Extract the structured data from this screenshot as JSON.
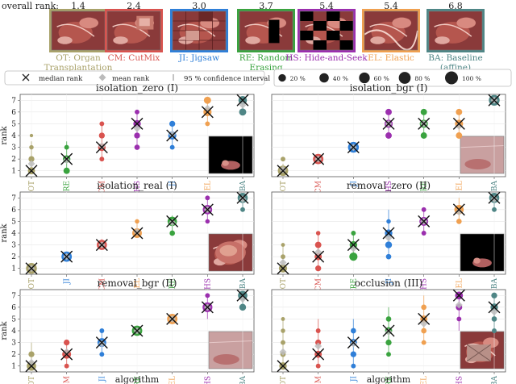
{
  "header": {
    "overall_rank_label": "overall rank:",
    "ranks": [
      "1.4",
      "2.4",
      "3.0",
      "3.7",
      "5.4",
      "5.4",
      "6.8"
    ],
    "algorithms": [
      {
        "code": "OT",
        "name_lines": [
          "OT: Organ",
          "Transplantation"
        ],
        "color": "#a9a26a",
        "thumb": "plain"
      },
      {
        "code": "CM",
        "name_lines": [
          "CM: CutMix"
        ],
        "color": "#d9534f",
        "thumb": "cutmix"
      },
      {
        "code": "JI",
        "name_lines": [
          "JI: Jigsaw"
        ],
        "color": "#2f7fd8",
        "thumb": "jigsaw"
      },
      {
        "code": "RE",
        "name_lines": [
          "RE: Random",
          "Erasing"
        ],
        "color": "#3aa33f",
        "thumb": "erasing"
      },
      {
        "code": "HS",
        "name_lines": [
          "HS: Hide-and-Seek"
        ],
        "color": "#9b2fae",
        "thumb": "hideseek"
      },
      {
        "code": "EL",
        "name_lines": [
          "EL: Elastic"
        ],
        "color": "#f0a050",
        "thumb": "elastic"
      },
      {
        "code": "BA",
        "name_lines": [
          "BA: Baseline",
          "(affine)"
        ],
        "color": "#4f8686",
        "thumb": "plain"
      }
    ]
  },
  "legend": {
    "median_rank": "median rank",
    "mean_rank": "mean rank",
    "confidence_interval": "95 % confidence interval",
    "size_labels": [
      "20 %",
      "40 %",
      "60 %",
      "80 %",
      "100 %"
    ]
  },
  "axis": {
    "ylabel": "rank",
    "xlabel": "algorithm",
    "yticks": [
      1,
      2,
      3,
      4,
      5,
      6,
      7
    ]
  },
  "chart_data": [
    {
      "type": "scatter",
      "title": "isolation_zero (I)",
      "inset": "dark",
      "ylim": [
        0.5,
        7.5
      ],
      "categories": [
        "OT",
        "RE",
        "CM",
        "HS",
        "JI",
        "EL",
        "BA"
      ],
      "colors": [
        "#a9a26a",
        "#3aa33f",
        "#d9534f",
        "#9b2fae",
        "#2f7fd8",
        "#f0a050",
        "#4f8686"
      ],
      "median": [
        1,
        2,
        3,
        5,
        4,
        6,
        7
      ],
      "mean": [
        1.6,
        1.9,
        3.1,
        4.6,
        4.1,
        6.3,
        6.6
      ],
      "ci": [
        [
          1,
          3.5
        ],
        [
          1,
          3.5
        ],
        [
          2,
          5
        ],
        [
          3,
          6
        ],
        [
          3,
          5
        ],
        [
          5,
          7
        ],
        [
          6,
          7
        ]
      ],
      "dots": [
        [
          [
            1,
            35
          ],
          [
            2,
            20
          ],
          [
            3,
            8
          ],
          [
            4,
            3
          ]
        ],
        [
          [
            1,
            25
          ],
          [
            2,
            40
          ],
          [
            3,
            10
          ]
        ],
        [
          [
            2,
            10
          ],
          [
            3,
            40
          ],
          [
            4,
            20
          ],
          [
            5,
            10
          ]
        ],
        [
          [
            3,
            15
          ],
          [
            4,
            20
          ],
          [
            5,
            40
          ],
          [
            6,
            10
          ]
        ],
        [
          [
            3,
            10
          ],
          [
            4,
            50
          ],
          [
            5,
            20
          ]
        ],
        [
          [
            5,
            10
          ],
          [
            6,
            50
          ],
          [
            7,
            35
          ]
        ],
        [
          [
            6,
            35
          ],
          [
            7,
            55
          ]
        ]
      ]
    },
    {
      "type": "scatter",
      "title": "isolation_bgr (I)",
      "inset": "light",
      "ylim": [
        0.5,
        7.5
      ],
      "categories": [
        "OT",
        "CM",
        "JI",
        "HS",
        "RE",
        "EL",
        "BA"
      ],
      "colors": [
        "#a9a26a",
        "#d9534f",
        "#2f7fd8",
        "#9b2fae",
        "#3aa33f",
        "#f0a050",
        "#4f8686"
      ],
      "median": [
        1,
        2,
        3,
        5,
        5,
        5,
        7
      ],
      "mean": [
        1.1,
        2,
        3,
        5,
        5,
        4.8,
        7
      ],
      "ci": [
        [
          1,
          1.6
        ],
        [
          2,
          2
        ],
        [
          3,
          3
        ],
        [
          4,
          6
        ],
        [
          4,
          6
        ],
        [
          4,
          6
        ],
        [
          7,
          7
        ]
      ],
      "dots": [
        [
          [
            1,
            90
          ],
          [
            2,
            10
          ]
        ],
        [
          [
            2,
            90
          ]
        ],
        [
          [
            3,
            100
          ]
        ],
        [
          [
            4,
            25
          ],
          [
            5,
            50
          ],
          [
            6,
            25
          ]
        ],
        [
          [
            4,
            25
          ],
          [
            5,
            50
          ],
          [
            6,
            25
          ]
        ],
        [
          [
            4,
            25
          ],
          [
            5,
            50
          ],
          [
            6,
            25
          ]
        ],
        [
          [
            7,
            100
          ]
        ]
      ]
    },
    {
      "type": "scatter",
      "title": "isolation_real (I)",
      "inset": "organ",
      "ylim": [
        0.5,
        7.5
      ],
      "categories": [
        "OT",
        "JI",
        "CM",
        "EL",
        "RE",
        "HS",
        "BA"
      ],
      "colors": [
        "#a9a26a",
        "#2f7fd8",
        "#d9534f",
        "#f0a050",
        "#3aa33f",
        "#9b2fae",
        "#4f8686"
      ],
      "median": [
        1,
        2,
        3,
        4,
        5,
        6,
        7
      ],
      "mean": [
        1,
        2,
        3,
        4.1,
        4.9,
        6,
        6.9
      ],
      "ci": [
        [
          1,
          1
        ],
        [
          2,
          2
        ],
        [
          3,
          3.5
        ],
        [
          4,
          5
        ],
        [
          4,
          5.5
        ],
        [
          5,
          7
        ],
        [
          6,
          7
        ]
      ],
      "dots": [
        [
          [
            1,
            100
          ]
        ],
        [
          [
            2,
            90
          ]
        ],
        [
          [
            3,
            85
          ]
        ],
        [
          [
            4,
            75
          ],
          [
            5,
            8
          ]
        ],
        [
          [
            4,
            15
          ],
          [
            5,
            70
          ]
        ],
        [
          [
            5,
            8
          ],
          [
            6,
            70
          ],
          [
            7,
            10
          ]
        ],
        [
          [
            6,
            10
          ],
          [
            7,
            85
          ]
        ]
      ]
    },
    {
      "type": "scatter",
      "title": "removal_zero (II)",
      "inset": "dark",
      "ylim": [
        0.5,
        7.5
      ],
      "categories": [
        "OT",
        "CM",
        "RE",
        "JI",
        "HS",
        "EL",
        "BA"
      ],
      "colors": [
        "#a9a26a",
        "#d9534f",
        "#3aa33f",
        "#2f7fd8",
        "#9b2fae",
        "#f0a050",
        "#4f8686"
      ],
      "median": [
        1,
        2,
        3,
        4,
        5,
        6,
        7
      ],
      "mean": [
        1.5,
        2.4,
        2.7,
        3.6,
        5,
        5.8,
        6.9
      ],
      "ci": [
        [
          1,
          3
        ],
        [
          1,
          4
        ],
        [
          2,
          4
        ],
        [
          2,
          6
        ],
        [
          4,
          6
        ],
        [
          5,
          7
        ],
        [
          6,
          7
        ]
      ],
      "dots": [
        [
          [
            1,
            50
          ],
          [
            2,
            10
          ],
          [
            3,
            5
          ]
        ],
        [
          [
            1,
            20
          ],
          [
            2,
            35
          ],
          [
            3,
            25
          ],
          [
            4,
            8
          ]
        ],
        [
          [
            2,
            50
          ],
          [
            3,
            40
          ],
          [
            4,
            10
          ]
        ],
        [
          [
            2,
            15
          ],
          [
            3,
            30
          ],
          [
            4,
            40
          ],
          [
            5,
            8
          ]
        ],
        [
          [
            4,
            10
          ],
          [
            5,
            60
          ],
          [
            6,
            10
          ]
        ],
        [
          [
            5,
            15
          ],
          [
            6,
            70
          ]
        ],
        [
          [
            6,
            10
          ],
          [
            7,
            85
          ]
        ]
      ]
    },
    {
      "type": "scatter",
      "title": "removal_bgr (II)",
      "inset": "light",
      "ylim": [
        0.5,
        7.5
      ],
      "categories": [
        "OT",
        "CM",
        "JI",
        "RE",
        "EL",
        "HS",
        "BA"
      ],
      "colors": [
        "#a9a26a",
        "#d9534f",
        "#2f7fd8",
        "#3aa33f",
        "#f0a050",
        "#9b2fae",
        "#4f8686"
      ],
      "median": [
        1,
        2,
        3,
        4,
        5,
        6,
        7
      ],
      "mean": [
        1.3,
        2.2,
        2.9,
        4,
        5,
        6,
        6.7
      ],
      "ci": [
        [
          1,
          3
        ],
        [
          1,
          3
        ],
        [
          2,
          4
        ],
        [
          4,
          4
        ],
        [
          5,
          5
        ],
        [
          5,
          7
        ],
        [
          6,
          7
        ]
      ],
      "dots": [
        [
          [
            1,
            70
          ],
          [
            2,
            20
          ]
        ],
        [
          [
            1,
            10
          ],
          [
            2,
            60
          ],
          [
            3,
            20
          ]
        ],
        [
          [
            2,
            10
          ],
          [
            3,
            60
          ],
          [
            4,
            10
          ]
        ],
        [
          [
            4,
            90
          ]
        ],
        [
          [
            5,
            90
          ]
        ],
        [
          [
            6,
            80
          ],
          [
            7,
            10
          ]
        ],
        [
          [
            6,
            30
          ],
          [
            7,
            70
          ]
        ]
      ]
    },
    {
      "type": "scatter",
      "title": "occlusion (III)",
      "inset": "occl",
      "ylim": [
        0.5,
        7.5
      ],
      "categories": [
        "OT",
        "CM",
        "JI",
        "RE",
        "EL",
        "HS",
        "BA"
      ],
      "colors": [
        "#a9a26a",
        "#d9534f",
        "#2f7fd8",
        "#3aa33f",
        "#f0a050",
        "#9b2fae",
        "#4f8686"
      ],
      "median": [
        1,
        2,
        3,
        4,
        5,
        7,
        6
      ],
      "mean": [
        2.2,
        2.7,
        2.9,
        3.9,
        4.6,
        6.2,
        5.6
      ],
      "ci": [
        [
          1,
          5
        ],
        [
          1,
          5
        ],
        [
          1,
          5
        ],
        [
          2,
          6
        ],
        [
          3,
          7
        ],
        [
          4,
          7
        ],
        [
          4,
          7
        ]
      ],
      "dots": [
        [
          [
            1,
            40
          ],
          [
            2,
            15
          ],
          [
            3,
            10
          ],
          [
            4,
            8
          ],
          [
            5,
            5
          ]
        ],
        [
          [
            1,
            10
          ],
          [
            2,
            35
          ],
          [
            3,
            20
          ],
          [
            4,
            10
          ]
        ],
        [
          [
            1,
            10
          ],
          [
            2,
            20
          ],
          [
            3,
            35
          ],
          [
            4,
            15
          ]
        ],
        [
          [
            2,
            10
          ],
          [
            3,
            20
          ],
          [
            4,
            35
          ],
          [
            5,
            15
          ]
        ],
        [
          [
            3,
            10
          ],
          [
            4,
            15
          ],
          [
            5,
            35
          ],
          [
            6,
            15
          ]
        ],
        [
          [
            5,
            10
          ],
          [
            6,
            25
          ],
          [
            7,
            45
          ]
        ],
        [
          [
            4,
            10
          ],
          [
            5,
            15
          ],
          [
            6,
            40
          ],
          [
            7,
            20
          ]
        ]
      ]
    }
  ]
}
